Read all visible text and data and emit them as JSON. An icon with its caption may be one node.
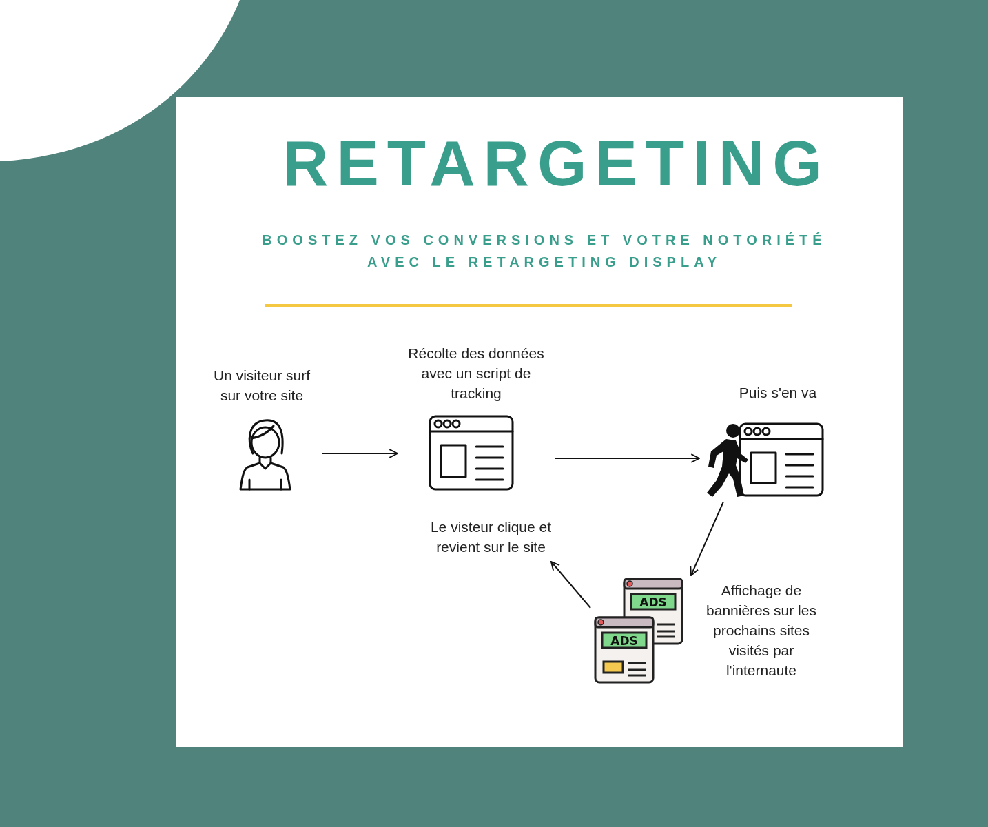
{
  "diagram": {
    "title": "RETARGETING",
    "nodes": [
      {
        "text": [
          "Un visiteur surf sur votre site"
        ]
      },
      {
        "text": [
          "Récolte des données avec un script de tracking"
        ]
      },
      {
        "text": [
          "Puis s'en va"
        ]
      },
      {
        "text": [
          "Affichage de bannières sur les prochains sites visités par l'internaute"
        ]
      },
      {
        "text": [
          "Le visteur clique et revient sur le site"
        ]
      }
    ],
    "edges": [
      {
        "from": 0,
        "to": 1,
        "arrow": "to"
      },
      {
        "from": 1,
        "to": 2,
        "arrow": "to"
      },
      {
        "from": 2,
        "to": 3,
        "arrow": "to"
      },
      {
        "from": 3,
        "to": 4,
        "arrow": "to"
      }
    ],
    "labels": [
      "BOOSTEZ VOS CONVERSIONS ET VOTRE NOTORIÉTÉ AVEC LE RETARGETING DISPLAY",
      "ADS",
      "ADS"
    ]
  }
}
